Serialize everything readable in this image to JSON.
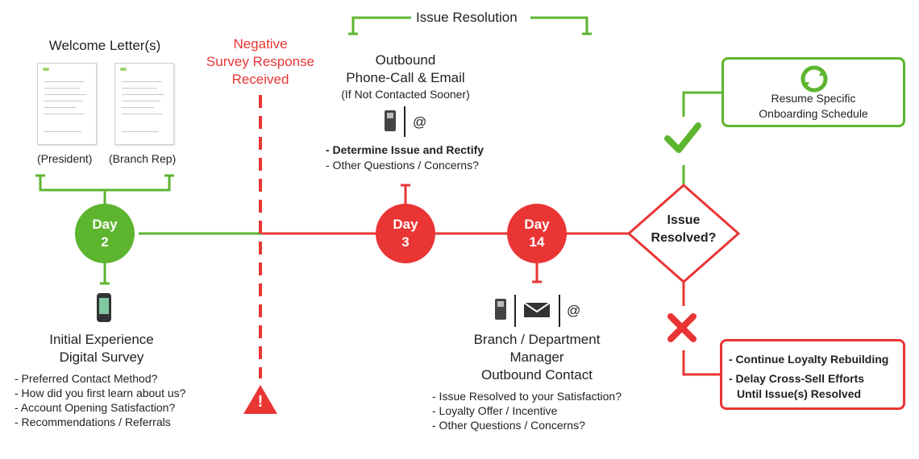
{
  "colors": {
    "green": "#5db52f",
    "red": "#ea3535",
    "text": "#222222"
  },
  "welcome": {
    "title": "Welcome Letter(s)",
    "left_caption": "(President)",
    "right_caption": "(Branch Rep)"
  },
  "negative": {
    "line1": "Negative",
    "line2": "Survey Response",
    "line3": "Received",
    "warning_glyph": "!"
  },
  "issue_resolution_label": "Issue Resolution",
  "outbound_call": {
    "line1": "Outbound",
    "line2": "Phone-Call & Email",
    "line3": "(If Not Contacted Sooner)",
    "at_glyph": "@",
    "bullets": [
      "- Determine Issue and Rectify",
      "- Other Questions / Concerns?"
    ]
  },
  "days": [
    {
      "word": "Day",
      "num": "2"
    },
    {
      "word": "Day",
      "num": "3"
    },
    {
      "word": "Day",
      "num": "14"
    }
  ],
  "survey": {
    "title1": "Initial Experience",
    "title2": "Digital Survey",
    "bullets": [
      "- Preferred Contact Method?",
      "- How did you first learn about us?",
      "- Account Opening Satisfaction?",
      "- Recommendations / Referrals"
    ]
  },
  "branch": {
    "title1": "Branch / Department",
    "title2": "Manager",
    "title3": "Outbound Contact",
    "at_glyph": "@",
    "bullets": [
      "- Issue Resolved to your Satisfaction?",
      "- Loyalty Offer / Incentive",
      "- Other Questions / Concerns?"
    ]
  },
  "decision": {
    "line1": "Issue",
    "line2": "Resolved?"
  },
  "yes_box": {
    "line1": "Resume Specific",
    "line2": "Onboarding Schedule"
  },
  "no_box": {
    "line1": "- Continue Loyalty Rebuilding",
    "line2": "- Delay Cross-Sell Efforts",
    "line3": "Until Issue(s) Resolved"
  }
}
